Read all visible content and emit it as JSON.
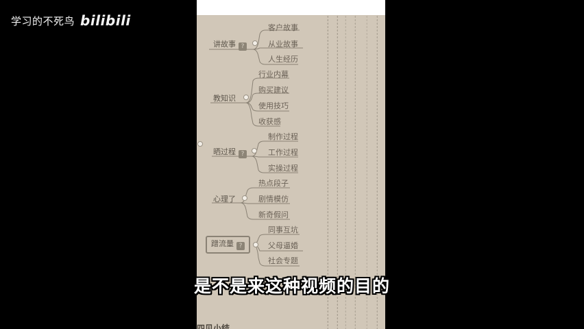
{
  "watermark": {
    "channel_name": "学习的不死鸟",
    "logo_text": "bilibili"
  },
  "mindmap": {
    "branches": [
      {
        "label": "讲故事",
        "has_note_icon": true,
        "children": [
          "客户故事",
          "从业故事",
          "人生经历"
        ]
      },
      {
        "label": "教知识",
        "has_note_icon": false,
        "children": [
          "行业内幕",
          "购买建议",
          "使用技巧",
          "收获感"
        ]
      },
      {
        "label": "晒过程",
        "has_note_icon": true,
        "children": [
          "制作过程",
          "工作过程",
          "实操过程"
        ]
      },
      {
        "label": "心理了",
        "has_note_icon": false,
        "children": [
          "热点段子",
          "剧情模仿",
          "新奇假问"
        ]
      },
      {
        "label": "蹭流量",
        "has_note_icon": true,
        "selected": true,
        "children": [
          "同事互坑",
          "父母逼婚",
          "社会专题"
        ]
      }
    ],
    "note_icon_glyph": "?"
  },
  "subtitle": {
    "text": "是不是来这种视频的目的"
  },
  "bottom_fragment": {
    "text": "四见小结"
  }
}
